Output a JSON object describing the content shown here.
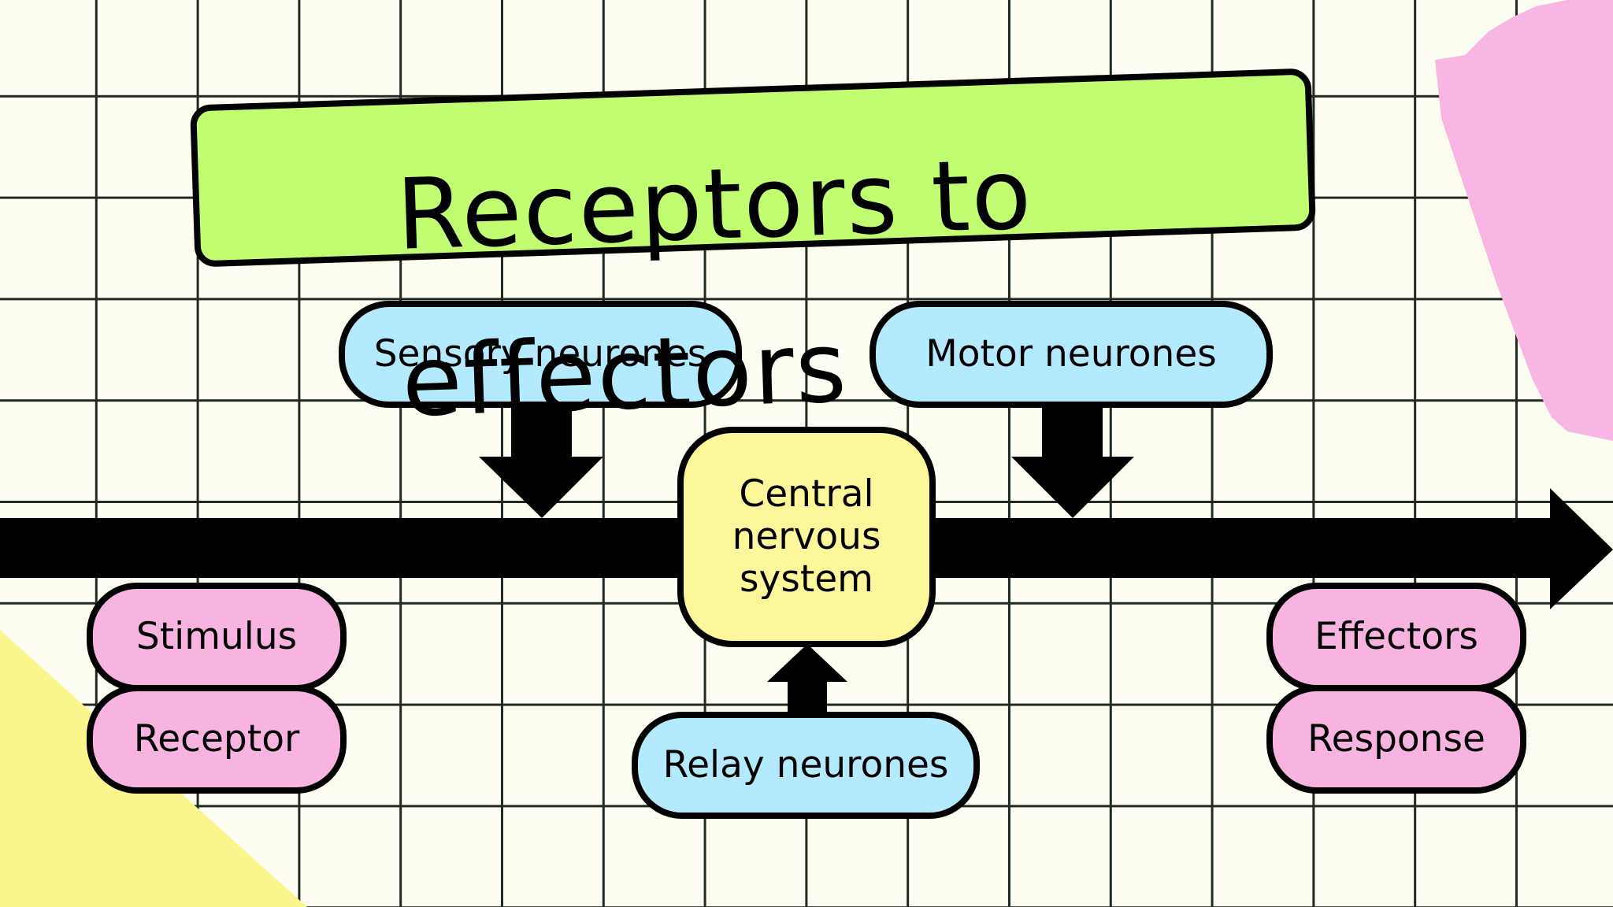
{
  "title": "Receptors to effectors",
  "colors": {
    "background": "#fdfdf1",
    "grid": "#1f2a24",
    "title_banner": "#c2fc71",
    "neurone_box": "#b3eafe",
    "pathway_box": "#f8b4e0",
    "cns_box": "#fdf79b",
    "arrow": "#000000",
    "decor_yellow": "#fbf58d",
    "decor_pink": "#f7b6e4"
  },
  "neurones": {
    "sensory": "Sensory neurones",
    "motor": "Motor neurones",
    "relay": "Relay neurones"
  },
  "cns": {
    "line1": "Central",
    "line2": "nervous",
    "line3": "system"
  },
  "pathway": {
    "stimulus": "Stimulus",
    "receptor": "Receptor",
    "effectors": "Effectors",
    "response": "Response"
  }
}
